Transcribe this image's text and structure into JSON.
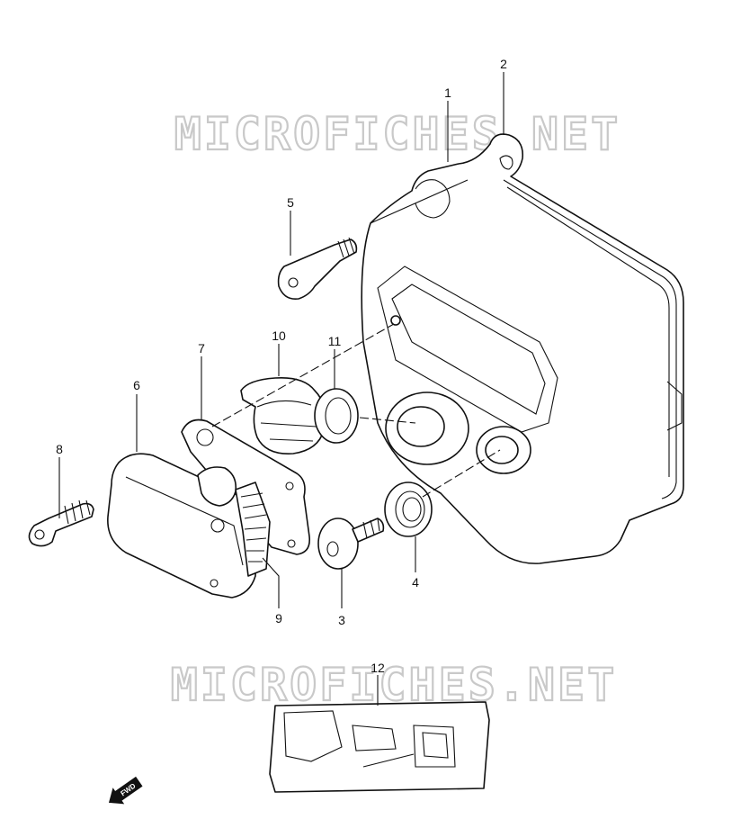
{
  "watermark": "MICROFICHES.NET",
  "fwd_label": "FWD",
  "callouts": [
    "1",
    "2",
    "3",
    "4",
    "5",
    "6",
    "7",
    "8",
    "9",
    "10",
    "11",
    "12"
  ]
}
